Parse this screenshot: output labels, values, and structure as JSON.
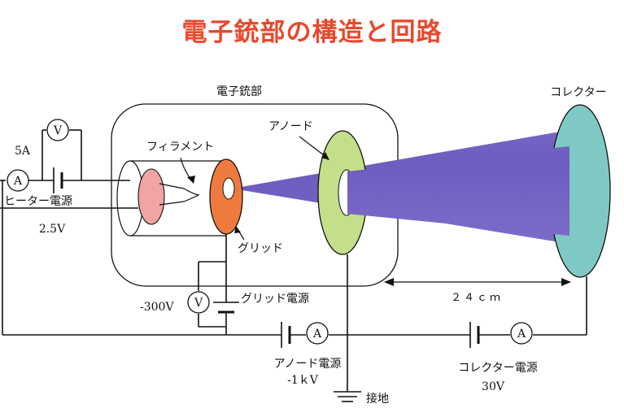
{
  "title": "電子銃部の構造と回路",
  "labels": {
    "gun": "電子銃部",
    "collector": "コレクター",
    "anode": "アノード",
    "filament": "フィラメント",
    "grid": "グリッド",
    "current_5a": "5A",
    "heater_source": "ヒーター電源",
    "heater_voltage": "2.5V",
    "grid_voltage": "-300V",
    "grid_source": "グリッド電源",
    "distance": "２４ｃｍ",
    "anode_source": "アノード電源",
    "anode_voltage": "-1ｋV",
    "collector_source": "コレクター電源",
    "collector_voltage": "30V",
    "ground": "接地"
  },
  "meters": {
    "voltmeter": "V",
    "ammeter": "A"
  },
  "colors": {
    "title": "#e8492c",
    "anode_ring": "#c3df8a",
    "grid_ring": "#ef7a3e",
    "cathode_disc": "#f2a3a3",
    "beam": "#7b6bc6",
    "collector": "#7fc9c4"
  }
}
